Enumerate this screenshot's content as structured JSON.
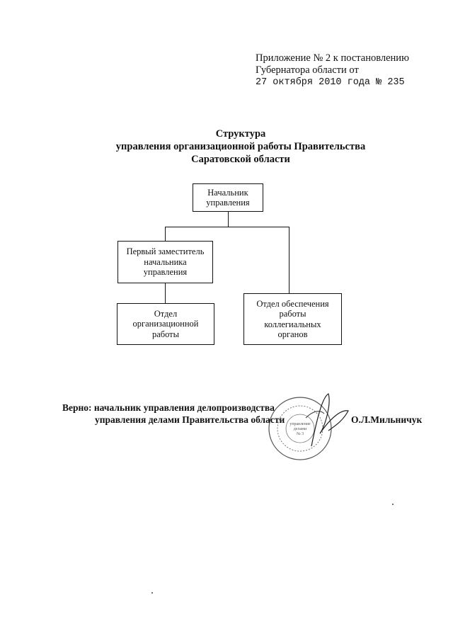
{
  "header": {
    "line1": "Приложение № 2  к постановлению",
    "line2": "Губернатора области от",
    "line3": "27 октября 2010 года № 235"
  },
  "title": {
    "line1": "Структура",
    "line2": "управления организационной работы Правительства",
    "line3": "Саратовской области"
  },
  "org_chart": {
    "head": {
      "line1": "Начальник",
      "line2": "управления"
    },
    "deputy": {
      "line1": "Первый заместитель",
      "line2": "начальника",
      "line3": "управления"
    },
    "department_org_work": {
      "line1": "Отдел",
      "line2": "организационной",
      "line3": "работы"
    },
    "department_collegial": {
      "line1": "Отдел обеспечения",
      "line2": "работы",
      "line3": "коллегиальных",
      "line4": "органов"
    }
  },
  "footer": {
    "line1": "Верно: начальник управления делопроизводства",
    "line2": "управления делами Правительства области",
    "signer": "О.Л.Мильничук"
  },
  "stamp": {
    "center_text": "управление делами",
    "number": "№ 3"
  }
}
